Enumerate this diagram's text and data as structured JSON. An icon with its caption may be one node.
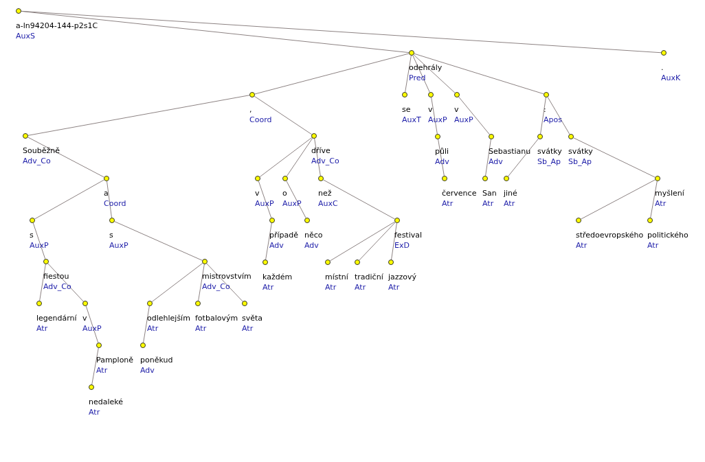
{
  "diagram": {
    "nodes": [
      {
        "text": [],
        "shape": "circle",
        "beside": [
          "a-ln94204-144-p2s1C",
          "AuxS"
        ]
      },
      {
        "text": [],
        "shape": "circle",
        "beside": [
          "odehrály",
          "Pred"
        ]
      },
      {
        "text": [],
        "shape": "circle",
        "beside": [
          ".",
          "AuxK"
        ]
      },
      {
        "text": [],
        "shape": "circle",
        "beside": [
          ",",
          "Coord"
        ]
      },
      {
        "text": [],
        "shape": "circle",
        "beside": [
          "se",
          "AuxT"
        ]
      },
      {
        "text": [],
        "shape": "circle",
        "beside": [
          "v",
          "AuxP"
        ]
      },
      {
        "text": [],
        "shape": "circle",
        "beside": [
          "v",
          "AuxP"
        ]
      },
      {
        "text": [],
        "shape": "circle",
        "beside": [
          ":",
          "Apos"
        ]
      },
      {
        "text": [],
        "shape": "circle",
        "beside": [
          "Souběžně",
          "Adv_Co"
        ]
      },
      {
        "text": [],
        "shape": "circle",
        "beside": [
          "dříve",
          "Adv_Co"
        ]
      },
      {
        "text": [],
        "shape": "circle",
        "beside": [
          "půli",
          "Adv"
        ]
      },
      {
        "text": [],
        "shape": "circle",
        "beside": [
          "Sebastianu",
          "Adv"
        ]
      },
      {
        "text": [],
        "shape": "circle",
        "beside": [
          "svátky",
          "Sb_Ap"
        ]
      },
      {
        "text": [],
        "shape": "circle",
        "beside": [
          "svátky",
          "Sb_Ap"
        ]
      },
      {
        "text": [],
        "shape": "circle",
        "beside": [
          "a",
          "Coord"
        ]
      },
      {
        "text": [],
        "shape": "circle",
        "beside": [
          "v",
          "AuxP"
        ]
      },
      {
        "text": [],
        "shape": "circle",
        "beside": [
          "o",
          "AuxP"
        ]
      },
      {
        "text": [],
        "shape": "circle",
        "beside": [
          "než",
          "AuxC"
        ]
      },
      {
        "text": [],
        "shape": "circle",
        "beside": [
          "července",
          "Atr"
        ]
      },
      {
        "text": [],
        "shape": "circle",
        "beside": [
          "San",
          "Atr"
        ]
      },
      {
        "text": [],
        "shape": "circle",
        "beside": [
          "jiné",
          "Atr"
        ]
      },
      {
        "text": [],
        "shape": "circle",
        "beside": [
          "myšlení",
          "Atr"
        ]
      },
      {
        "text": [],
        "shape": "circle",
        "beside": [
          "s",
          "AuxP"
        ]
      },
      {
        "text": [],
        "shape": "circle",
        "beside": [
          "s",
          "AuxP"
        ]
      },
      {
        "text": [],
        "shape": "circle",
        "beside": [
          "případě",
          "Adv"
        ]
      },
      {
        "text": [],
        "shape": "circle",
        "beside": [
          "něco",
          "Adv"
        ]
      },
      {
        "text": [],
        "shape": "circle",
        "beside": [
          "festival",
          "ExD"
        ]
      },
      {
        "text": [],
        "shape": "circle",
        "beside": [
          "středoevropského",
          "Atr"
        ]
      },
      {
        "text": [],
        "shape": "circle",
        "beside": [
          "politického",
          "Atr"
        ]
      },
      {
        "text": [],
        "shape": "circle",
        "beside": [
          "fiestou",
          "Adv_Co"
        ]
      },
      {
        "text": [],
        "shape": "circle",
        "beside": [
          "mistrovstvím",
          "Adv_Co"
        ]
      },
      {
        "text": [],
        "shape": "circle",
        "beside": [
          "každém",
          "Atr"
        ]
      },
      {
        "text": [],
        "shape": "circle",
        "beside": [
          "místní",
          "Atr"
        ]
      },
      {
        "text": [],
        "shape": "circle",
        "beside": [
          "tradiční",
          "Atr"
        ]
      },
      {
        "text": [],
        "shape": "circle",
        "beside": [
          "jazzový",
          "Atr"
        ]
      },
      {
        "text": [],
        "shape": "circle",
        "beside": [
          "legendární",
          "Atr"
        ]
      },
      {
        "text": [],
        "shape": "circle",
        "beside": [
          "v",
          "AuxP"
        ]
      },
      {
        "text": [],
        "shape": "circle",
        "beside": [
          "odlehlejším",
          "Atr"
        ]
      },
      {
        "text": [],
        "shape": "circle",
        "beside": [
          "fotbalovým",
          "Atr"
        ]
      },
      {
        "text": [],
        "shape": "circle",
        "beside": [
          "světa",
          "Atr"
        ]
      },
      {
        "text": [],
        "shape": "circle",
        "beside": [
          "Pamploně",
          "Atr"
        ]
      },
      {
        "text": [],
        "shape": "circle",
        "beside": [
          "poněkud",
          "Adv"
        ]
      },
      {
        "text": [],
        "shape": "circle",
        "beside": [
          "nedaleké",
          "Atr"
        ]
      }
    ],
    "edges": [
      {
        "from": 0,
        "to": 1,
        "arrow": "none"
      },
      {
        "from": 0,
        "to": 2,
        "arrow": "none"
      },
      {
        "from": 1,
        "to": 3,
        "arrow": "none"
      },
      {
        "from": 1,
        "to": 4,
        "arrow": "none"
      },
      {
        "from": 1,
        "to": 5,
        "arrow": "none"
      },
      {
        "from": 1,
        "to": 6,
        "arrow": "none"
      },
      {
        "from": 1,
        "to": 7,
        "arrow": "none"
      },
      {
        "from": 3,
        "to": 8,
        "arrow": "none"
      },
      {
        "from": 3,
        "to": 9,
        "arrow": "none"
      },
      {
        "from": 5,
        "to": 10,
        "arrow": "none"
      },
      {
        "from": 6,
        "to": 11,
        "arrow": "none"
      },
      {
        "from": 7,
        "to": 12,
        "arrow": "none"
      },
      {
        "from": 7,
        "to": 13,
        "arrow": "none"
      },
      {
        "from": 8,
        "to": 14,
        "arrow": "none"
      },
      {
        "from": 9,
        "to": 15,
        "arrow": "none"
      },
      {
        "from": 9,
        "to": 16,
        "arrow": "none"
      },
      {
        "from": 9,
        "to": 17,
        "arrow": "none"
      },
      {
        "from": 10,
        "to": 18,
        "arrow": "none"
      },
      {
        "from": 11,
        "to": 19,
        "arrow": "none"
      },
      {
        "from": 12,
        "to": 20,
        "arrow": "none"
      },
      {
        "from": 13,
        "to": 21,
        "arrow": "none"
      },
      {
        "from": 14,
        "to": 22,
        "arrow": "none"
      },
      {
        "from": 14,
        "to": 23,
        "arrow": "none"
      },
      {
        "from": 15,
        "to": 24,
        "arrow": "none"
      },
      {
        "from": 16,
        "to": 25,
        "arrow": "none"
      },
      {
        "from": 17,
        "to": 26,
        "arrow": "none"
      },
      {
        "from": 21,
        "to": 27,
        "arrow": "none"
      },
      {
        "from": 21,
        "to": 28,
        "arrow": "none"
      },
      {
        "from": 22,
        "to": 29,
        "arrow": "none"
      },
      {
        "from": 23,
        "to": 30,
        "arrow": "none"
      },
      {
        "from": 24,
        "to": 31,
        "arrow": "none"
      },
      {
        "from": 26,
        "to": 32,
        "arrow": "none"
      },
      {
        "from": 26,
        "to": 33,
        "arrow": "none"
      },
      {
        "from": 26,
        "to": 34,
        "arrow": "none"
      },
      {
        "from": 29,
        "to": 35,
        "arrow": "none"
      },
      {
        "from": 29,
        "to": 36,
        "arrow": "none"
      },
      {
        "from": 30,
        "to": 37,
        "arrow": "none"
      },
      {
        "from": 30,
        "to": 38,
        "arrow": "none"
      },
      {
        "from": 30,
        "to": 39,
        "arrow": "none"
      },
      {
        "from": 36,
        "to": 40,
        "arrow": "none"
      },
      {
        "from": 37,
        "to": 41,
        "arrow": "none"
      },
      {
        "from": 40,
        "to": 42,
        "arrow": "none"
      }
    ]
  }
}
